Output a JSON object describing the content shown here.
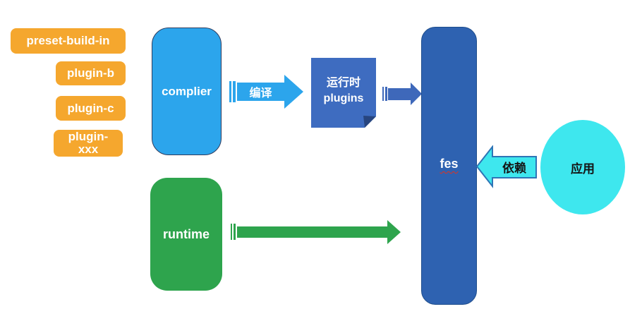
{
  "plugin_boxes": [
    "preset-build-in",
    "plugin-b",
    "plugin-c",
    "plugin-xxx"
  ],
  "nodes": {
    "complier": "complier",
    "runtime_plugins_line1": "运行时",
    "runtime_plugins_line2": "plugins",
    "fes": "fes",
    "runtime": "runtime",
    "app": "应用"
  },
  "arrows": {
    "compile": "编译",
    "depends": "依赖"
  },
  "colors": {
    "plugin_orange": "#F5A72E",
    "complier_blue": "#2CA5EC",
    "complier_border": "#2F3C5E",
    "plugins_note_blue": "#3E6CC0",
    "plugins_note_fold": "#27457F",
    "connector_blue": "#3E68BA",
    "fes_blue": "#2E62B1",
    "fes_border": "#1F4E8C",
    "runtime_green": "#2EA44D",
    "app_cyan": "#3EE7EE",
    "depends_border": "#2E75B6",
    "squiggle_red": "#E0321F"
  }
}
